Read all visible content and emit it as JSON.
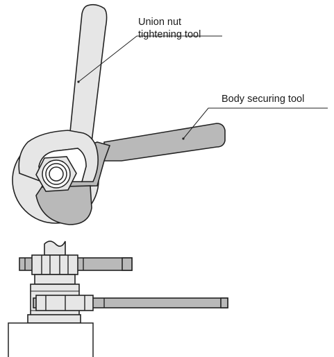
{
  "labels": {
    "union_nut_tool_line1": "Union nut",
    "union_nut_tool_line2": "tightening tool",
    "body_securing_tool": "Body securing tool"
  },
  "colors": {
    "tool_fill": "#b9b9b9",
    "body_fill": "#e6e6e6",
    "outline": "#222222"
  }
}
